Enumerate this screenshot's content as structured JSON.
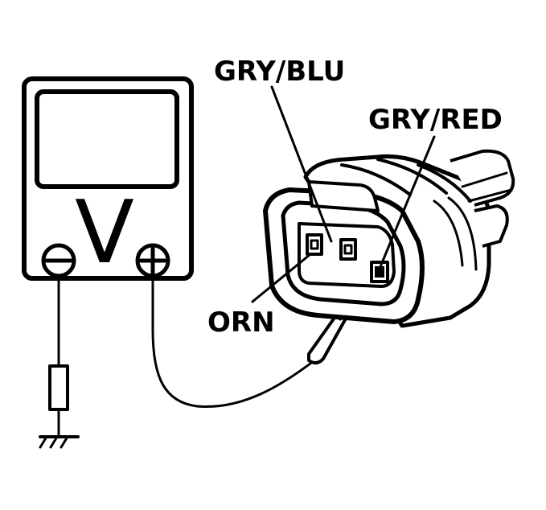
{
  "meter": {
    "mode_symbol": "V"
  },
  "labels": {
    "wire_top": "GRY/BLU",
    "wire_right": "GRY/RED",
    "wire_bottom": "ORN"
  },
  "colors": {
    "ink": "#000000",
    "paper": "#ffffff"
  },
  "icons": {
    "negative_terminal": "minus-terminal-icon",
    "positive_terminal": "plus-terminal-icon",
    "ground": "ground-symbol-icon",
    "resistor": "resistor-icon",
    "probe": "test-probe-icon"
  }
}
